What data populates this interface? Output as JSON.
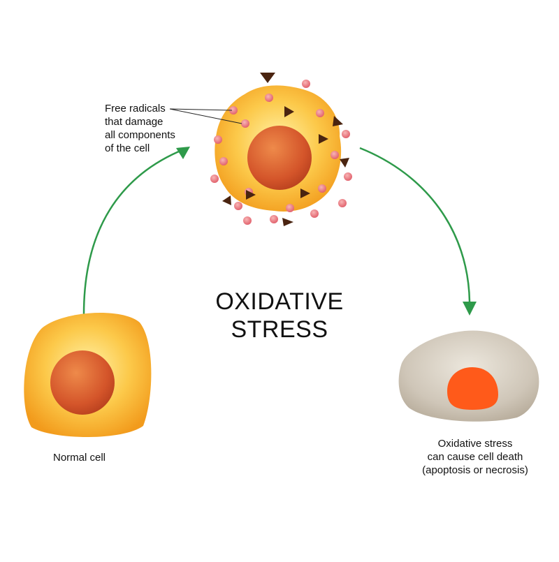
{
  "title": {
    "line1": "OXIDATIVE",
    "line2": "STRESS"
  },
  "labels": {
    "free_radicals": [
      "Free radicals",
      "that damage",
      "all components",
      "of the cell"
    ],
    "normal_cell": "Normal cell",
    "cell_death": [
      "Oxidative stress",
      "can cause cell death",
      "(apoptosis or necrosis)"
    ]
  },
  "colors": {
    "arrow": "#2e9a4a",
    "cell_body": "#f7b733",
    "cell_nucleus": "#d4552a",
    "radical": "#e8707a",
    "radical_triangle": "#4a2410",
    "dead_cell": "#cdc4b6",
    "dead_nucleus": "#ff5a1a"
  }
}
